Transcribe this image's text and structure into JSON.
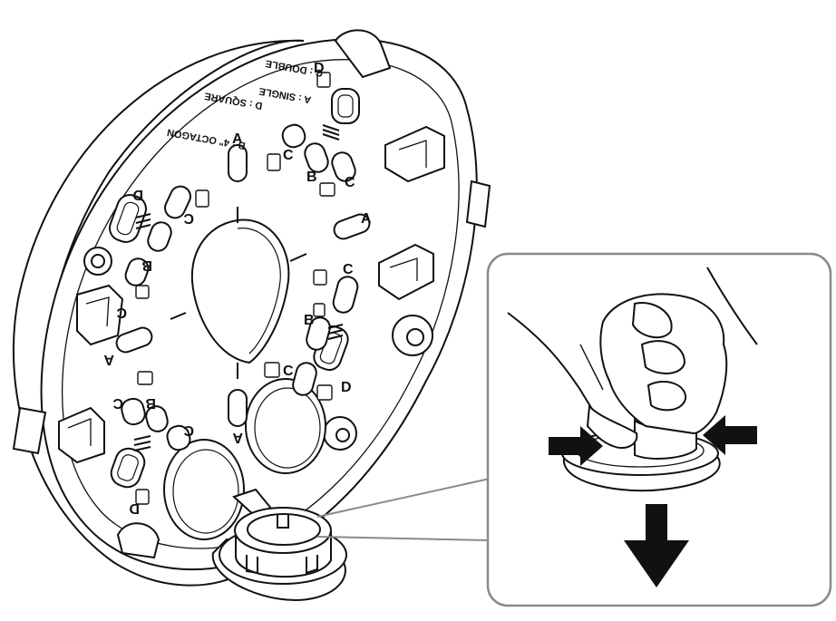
{
  "plate": {
    "labels": {
      "d_square": "D : SQUARE",
      "b_octagon": "B : 4\" OCTAGON",
      "c_double": "C : DOUBLE",
      "a_single": "A : SINGLE"
    },
    "hole_letters": {
      "a_top": "A",
      "a_right": "A",
      "a_left": "A",
      "a_bottom": "A",
      "b_upper": "B",
      "b_left": "B",
      "b_lower": "B",
      "b_mid": "B",
      "c_upper_left": "C",
      "c_upper_mid": "C",
      "c_upper_right": "C",
      "c_right": "C",
      "c_left": "C",
      "c_mid_lower": "C",
      "c_lower_center": "C",
      "c_bottom_left": "C",
      "d_top_right": "D",
      "d_left": "D",
      "d_right": "D",
      "d_bottom": "D"
    }
  },
  "inset": {
    "arrow_color": "#111111",
    "frame_color": "#8a8a8a"
  }
}
